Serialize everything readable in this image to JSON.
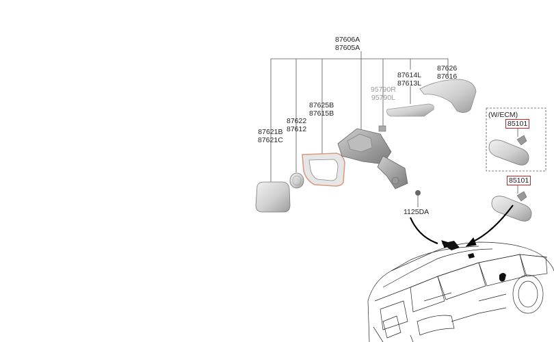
{
  "labels": {
    "housing_main": [
      "87606A",
      "87605A"
    ],
    "cover_cap": [
      "87626",
      "87616"
    ],
    "side_repeater": [
      "87614L",
      "87613L"
    ],
    "camera": [
      "95790R",
      "95790L"
    ],
    "frame": [
      "87625B",
      "87615B"
    ],
    "lamp": [
      "87622",
      "87612"
    ],
    "glass": [
      "87621B",
      "87621C"
    ],
    "screw": "1125DA",
    "ecm_variant": "(W/ECM)",
    "inside_mirror_ecm": "85101",
    "inside_mirror": "85101"
  },
  "colors": {
    "highlight_box": "#d0202a",
    "line": "#555555",
    "part_fill": "#d9d9d9",
    "part_stroke": "#777777"
  }
}
